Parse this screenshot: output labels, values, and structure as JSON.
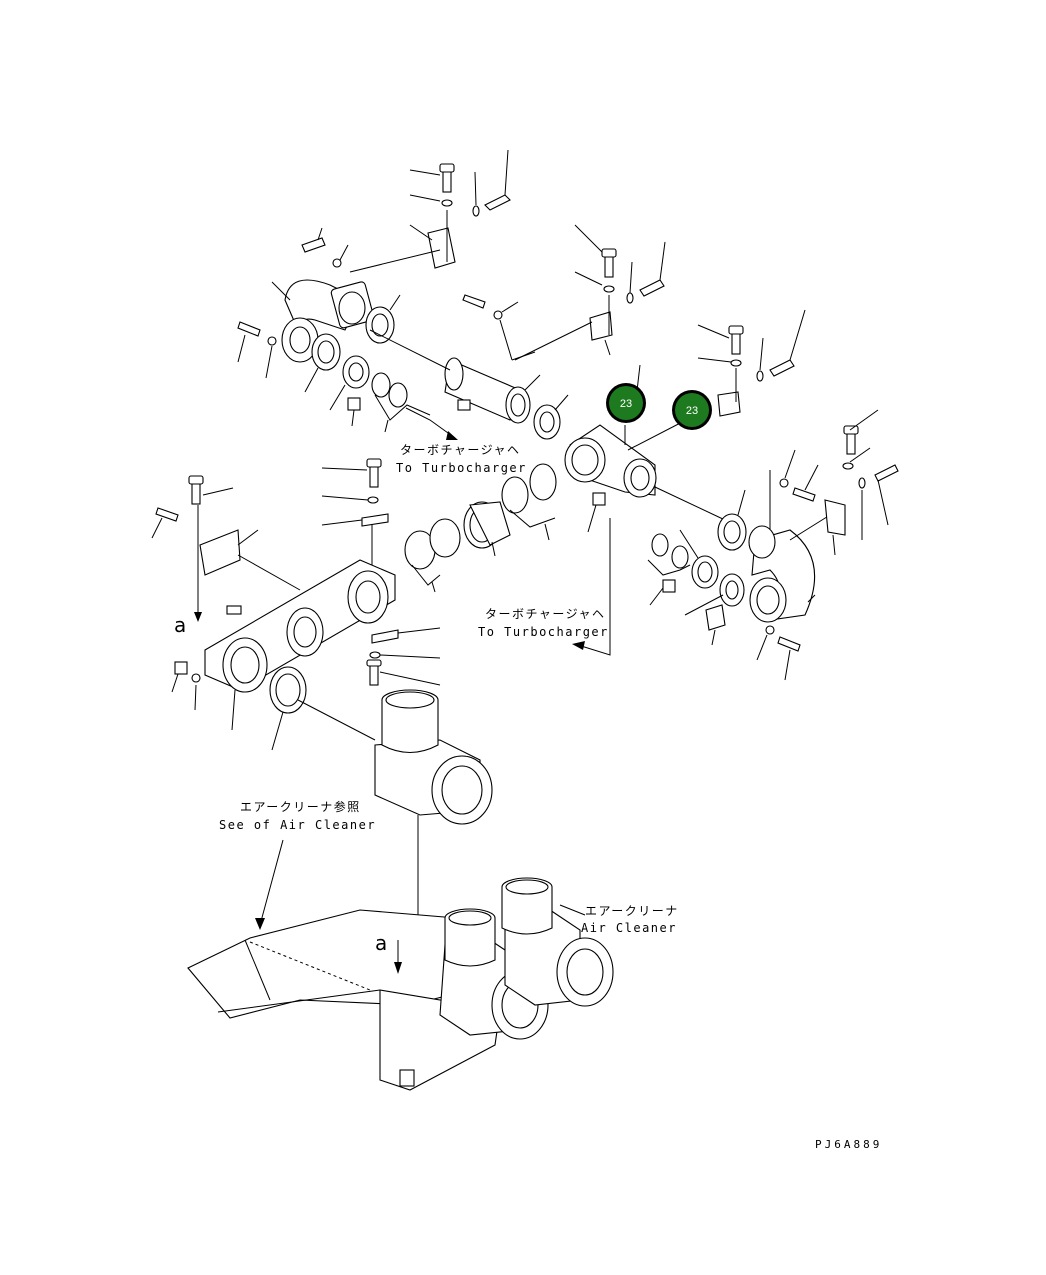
{
  "labels": {
    "turbo_upper_jp": "ターボチャージャヘ",
    "turbo_upper_en": "To Turbocharger",
    "turbo_lower_jp": "ターボチャージャヘ",
    "turbo_lower_en": "To Turbocharger",
    "see_air_cleaner_jp": "エアークリーナ参照",
    "see_air_cleaner_en": "See of Air Cleaner",
    "air_cleaner_jp": "エアークリーナ",
    "air_cleaner_en": "Air Cleaner",
    "ref_a_top": "a",
    "ref_a_bottom": "a",
    "drawing_code": "PJ6A889"
  },
  "callouts": [
    {
      "number": "23",
      "color": "#1e7a1e"
    },
    {
      "number": "23",
      "color": "#1e7a1e"
    }
  ]
}
